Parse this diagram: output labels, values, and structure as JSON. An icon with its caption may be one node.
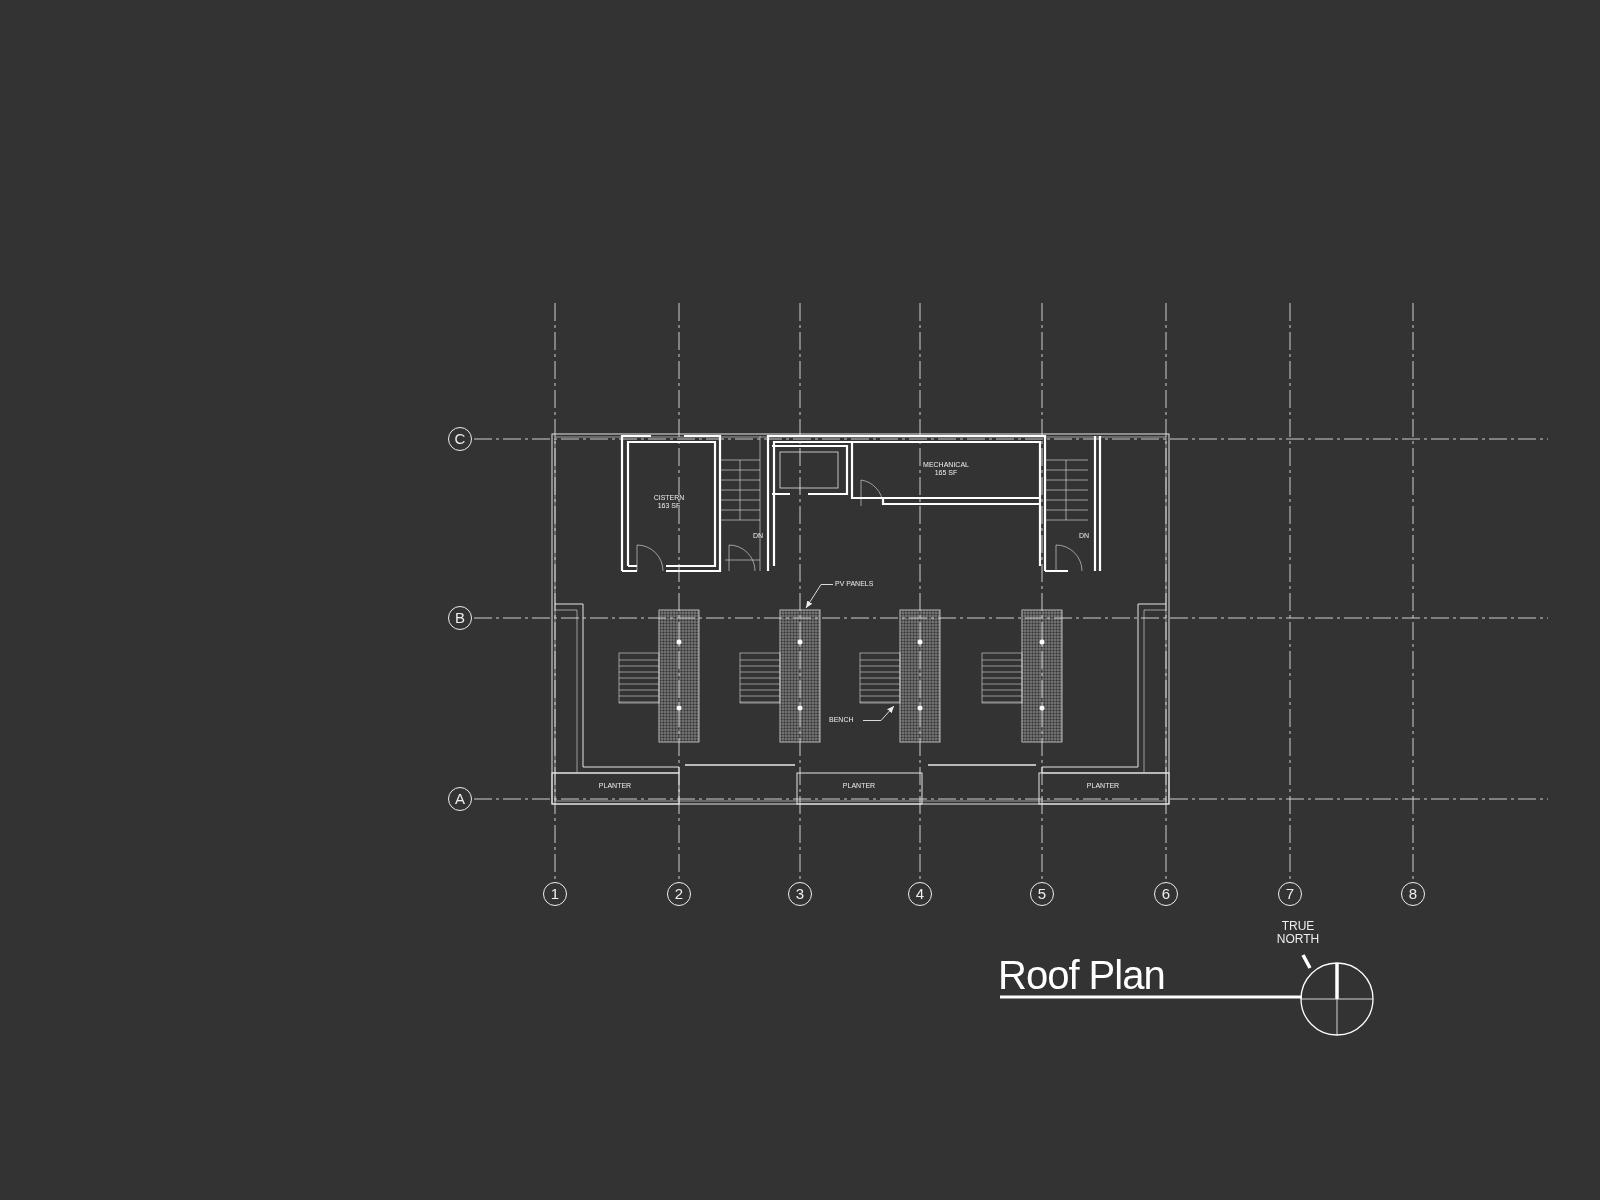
{
  "diagram": {
    "title": "Roof Plan",
    "nodes": [
      {
        "text": [
          "PV PANELS"
        ]
      },
      {
        "text": [],
        "shape": "box"
      },
      {
        "text": [
          "BENCH"
        ]
      },
      {
        "text": [],
        "shape": "box"
      }
    ],
    "edges": [
      {
        "from": 0,
        "to": 1,
        "arrow": "to"
      },
      {
        "from": 2,
        "to": 3,
        "arrow": "to"
      }
    ],
    "labels": [
      "C",
      "B",
      "A",
      "1",
      "2",
      "3",
      "4",
      "5",
      "6",
      "7",
      "8",
      "CISTERN 163 SF",
      "MECHANICAL 165 SF",
      "DN",
      "DN",
      "PLANTER",
      "PLANTER",
      "PLANTER",
      "TRUE NORTH"
    ]
  }
}
